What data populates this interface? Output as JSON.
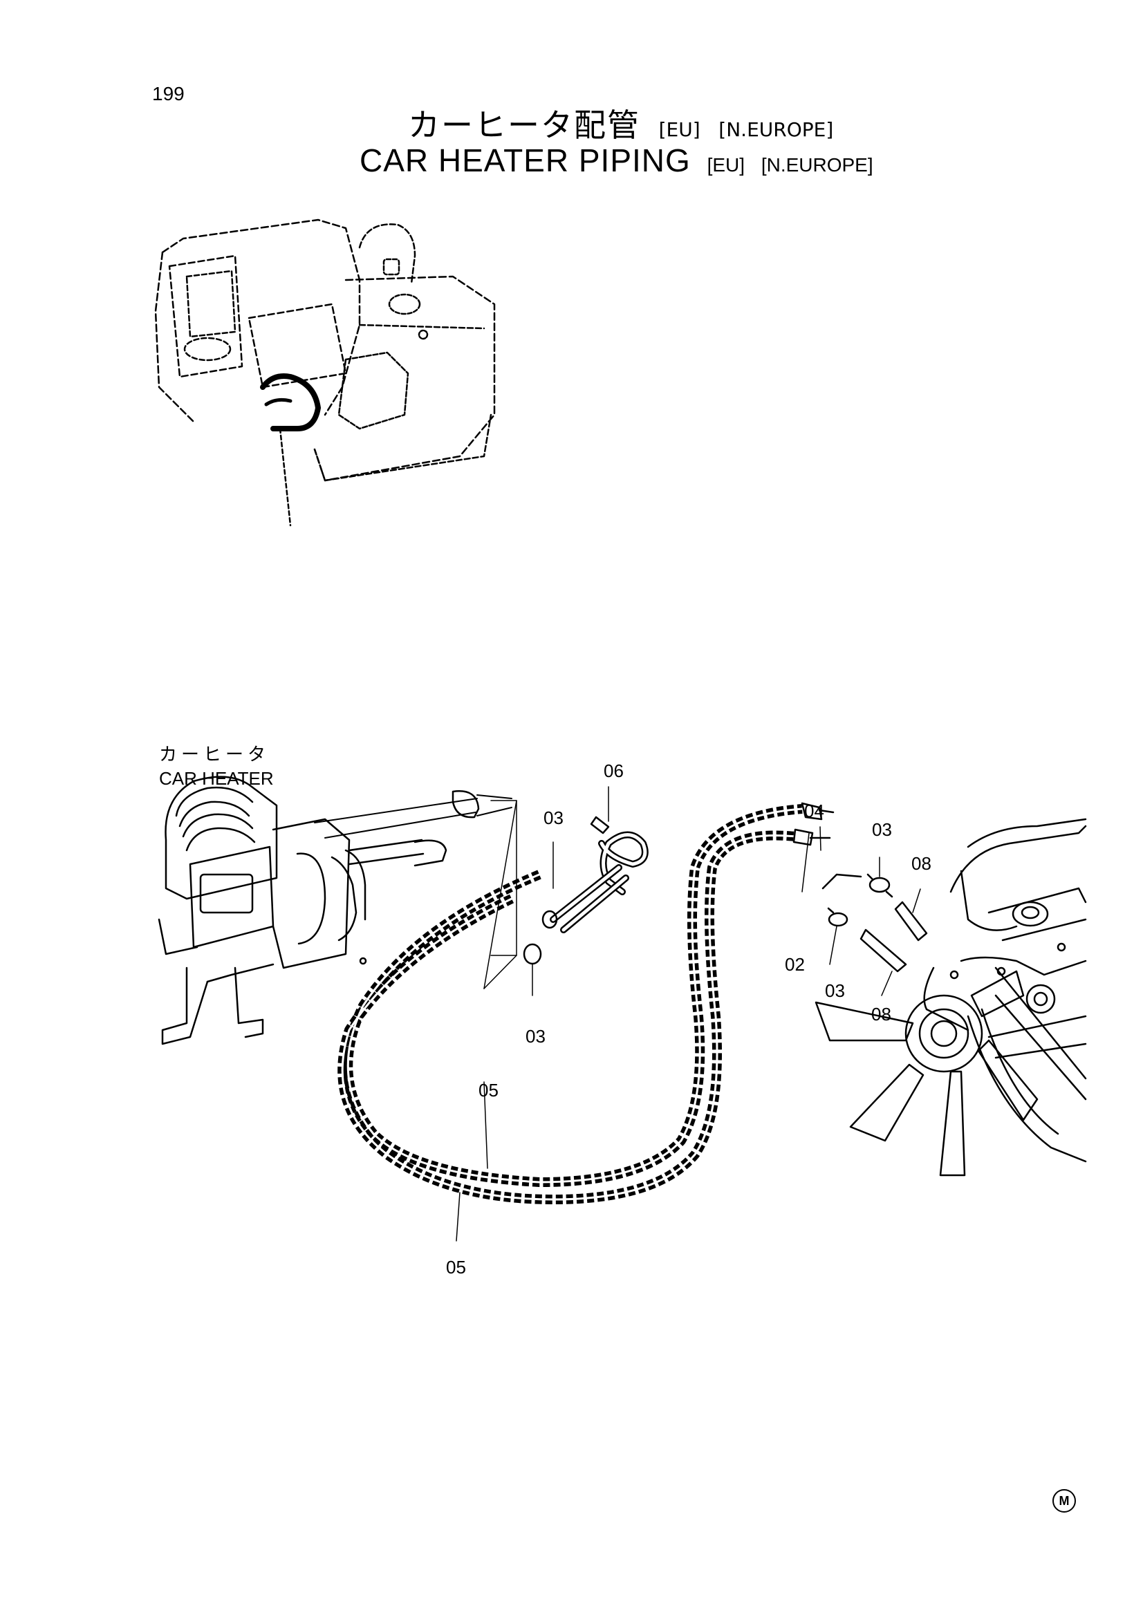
{
  "page_number": "199",
  "title": {
    "jp": "カーヒータ配管",
    "en": "CAR HEATER PIPING",
    "tags": [
      "[EU]",
      "[N.EUROPE]"
    ]
  },
  "heater_label": {
    "jp": "カーヒータ",
    "en": "CAR HEATER"
  },
  "callouts": {
    "c06": "06",
    "c03_top": "03",
    "c04": "04",
    "c03_right": "03",
    "c08_top": "08",
    "c02": "02",
    "c03_bottom_right": "03",
    "c08_bottom": "08",
    "c03_bottom_left": "03",
    "c05_mid": "05",
    "c05_low": "05"
  },
  "corner_mark": "M"
}
